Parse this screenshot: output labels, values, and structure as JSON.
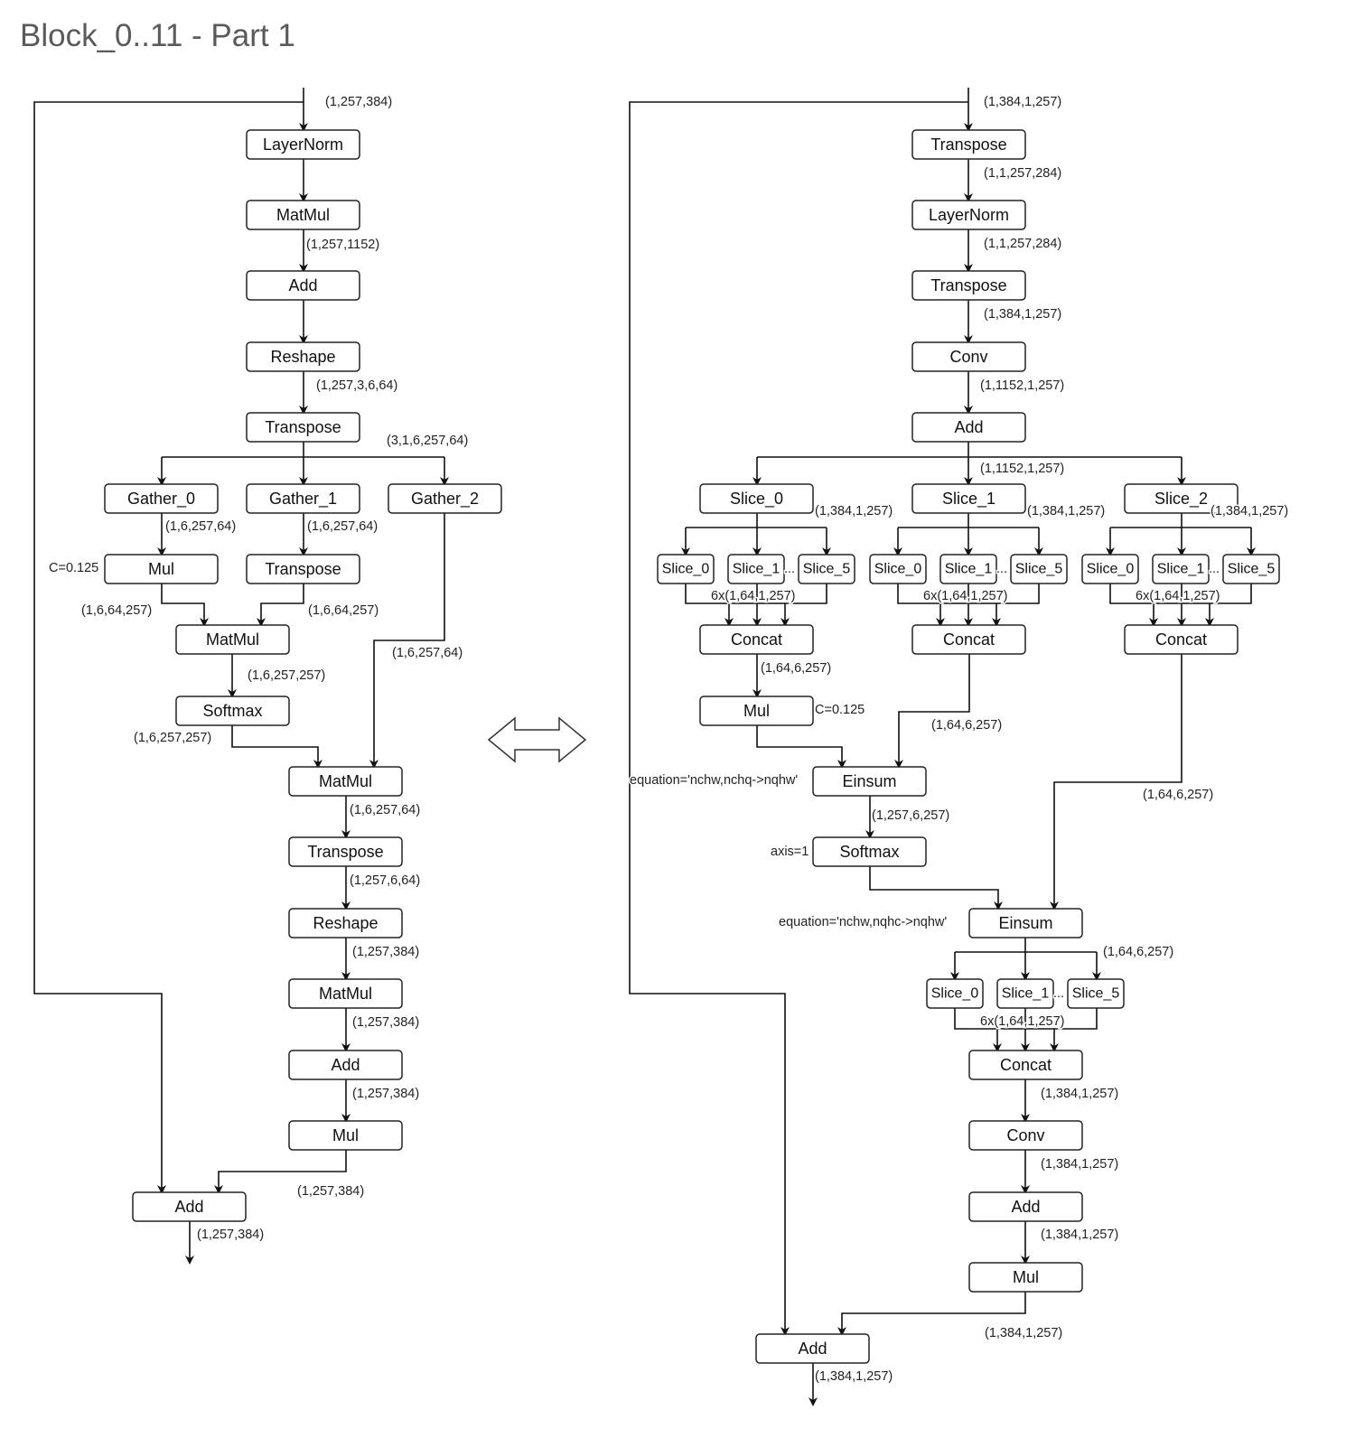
{
  "title": "Block_0..11 - Part 1",
  "left": {
    "nodes": {
      "l_ln": "LayerNorm",
      "l_mm1": "MatMul",
      "l_add1": "Add",
      "l_rs1": "Reshape",
      "l_tr1": "Transpose",
      "l_g0": "Gather_0",
      "l_g1": "Gather_1",
      "l_g2": "Gather_2",
      "l_mul1": "Mul",
      "l_tr2": "Transpose",
      "l_mm2": "MatMul",
      "l_sm": "Softmax",
      "l_mm3": "MatMul",
      "l_tr3": "Transpose",
      "l_rs2": "Reshape",
      "l_mm4": "MatMul",
      "l_add2": "Add",
      "l_mul2": "Mul",
      "l_add3": "Add"
    },
    "labels": {
      "in": "(1,257,384)",
      "mm1_out": "(1,257,1152)",
      "rs1_out": "(1,257,3,6,64)",
      "tr1_out": "(3,1,6,257,64)",
      "g0_out": "(1,6,257,64)",
      "g1_out": "(1,6,257,64)",
      "mul_const": "C=0.125",
      "mul1_out": "(1,6,64,257)",
      "tr2_out": "(1,6,64,257)",
      "g2_out": "(1,6,257,64)",
      "mm2_out": "(1,6,257,257)",
      "sm_out": "(1,6,257,257)",
      "mm3_out": "(1,6,257,64)",
      "tr3_out": "(1,257,6,64)",
      "rs2_out": "(1,257,384)",
      "mm4_out": "(1,257,384)",
      "add2_out": "(1,257,384)",
      "mul2_out": "(1,257,384)",
      "out": "(1,257,384)"
    }
  },
  "right": {
    "nodes": {
      "r_tr1": "Transpose",
      "r_ln": "LayerNorm",
      "r_tr2": "Transpose",
      "r_conv1": "Conv",
      "r_add1": "Add",
      "r_s0": "Slice_0",
      "r_s1": "Slice_1",
      "r_s2": "Slice_2",
      "r_s0_0": "Slice_0",
      "r_s0_1": "Slice_1",
      "r_s0_5": "Slice_5",
      "r_s1_0": "Slice_0",
      "r_s1_1": "Slice_1",
      "r_s1_5": "Slice_5",
      "r_s2_0": "Slice_0",
      "r_s2_1": "Slice_1",
      "r_s2_5": "Slice_5",
      "r_cc0": "Concat",
      "r_cc1": "Concat",
      "r_cc2": "Concat",
      "r_mul1": "Mul",
      "r_es1": "Einsum",
      "r_sm": "Softmax",
      "r_es2": "Einsum",
      "r_s3_0": "Slice_0",
      "r_s3_1": "Slice_1",
      "r_s3_5": "Slice_5",
      "r_cc3": "Concat",
      "r_conv2": "Conv",
      "r_add2": "Add",
      "r_mul2": "Mul",
      "r_add3": "Add"
    },
    "labels": {
      "in": "(1,384,1,257)",
      "tr1_out": "(1,1,257,284)",
      "ln_out": "(1,1,257,284)",
      "tr2_out": "(1,384,1,257)",
      "conv1_out": "(1,1152,1,257)",
      "add1_out": "(1,1152,1,257)",
      "s0_out": "(1,384,1,257)",
      "s1_out": "(1,384,1,257)",
      "s2_out": "(1,384,1,257)",
      "g0_6x": "6x(1,64,1,257)",
      "g1_6x": "6x(1,64,1,257)",
      "g2_6x": "6x(1,64,1,257)",
      "cc0_out": "(1,64,6,257)",
      "mul_const": "C=0.125",
      "cc1_out": "(1,64,6,257)",
      "cc2_out": "(1,64,6,257)",
      "es1_eq": "equation='nchw,nchq->nqhw'",
      "es1_out": "(1,257,6,257)",
      "sm_axis": "axis=1",
      "es2_eq": "equation='nchw,nqhc->nqhw'",
      "es2_out": "(1,64,6,257)",
      "g3_6x": "6x(1,64,1,257)",
      "cc3_out": "(1,384,1,257)",
      "conv2_out": "(1,384,1,257)",
      "add2_out": "(1,384,1,257)",
      "mul2_out": "(1,384,1,257)",
      "out": "(1,384,1,257)"
    },
    "ellipsis": "..."
  },
  "equivalence_icon": "double-arrow-icon"
}
